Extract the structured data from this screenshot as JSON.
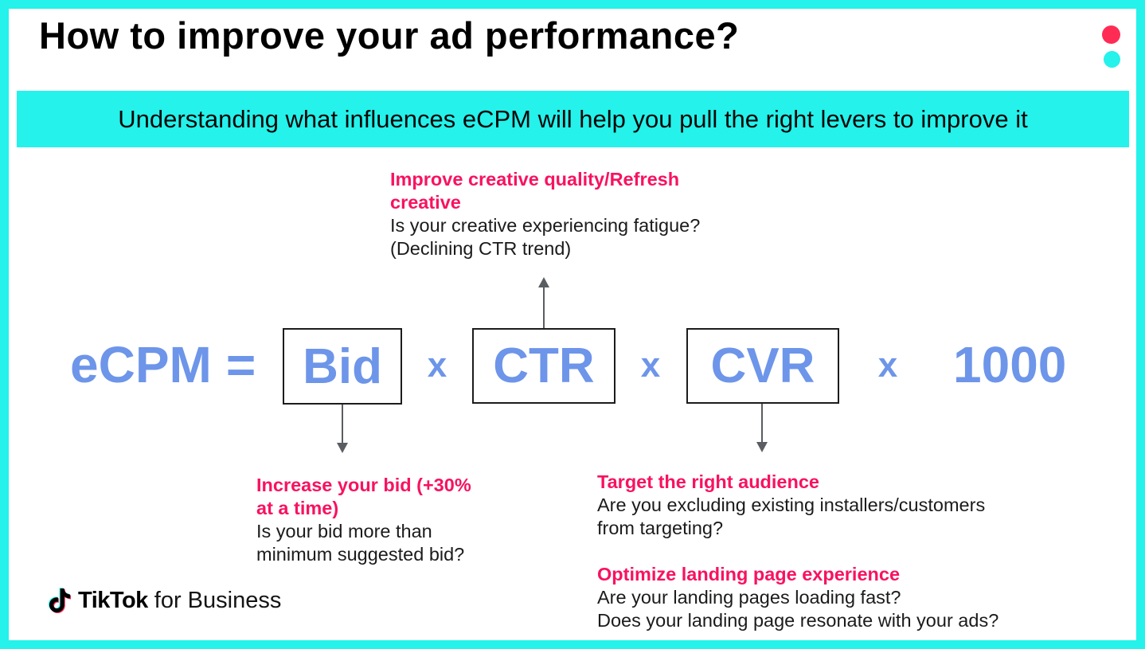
{
  "colors": {
    "cyan": "#24F2EB",
    "pink": "#F8125F",
    "red_dot": "#FE2C55",
    "blue": "#6D95E9",
    "arrow": "#5A5D61",
    "ink": "#0B0B0B"
  },
  "header": {
    "title": "How to improve your ad performance?"
  },
  "banner": {
    "text": "Understanding what influences eCPM will help you pull the right levers to improve it"
  },
  "formula": {
    "lhs": "eCPM",
    "equals": "=",
    "multiply": "x",
    "terms": [
      "Bid",
      "CTR",
      "CVR"
    ],
    "constant": "1000"
  },
  "annotations": {
    "creative": {
      "heading": [
        "Improve creative quality/Refresh",
        "creative"
      ],
      "body": [
        "Is your creative experiencing fatigue?",
        "(Declining CTR trend)"
      ]
    },
    "bid": {
      "heading": [
        "Increase your bid (+30%",
        "at a time)"
      ],
      "body": [
        "Is your bid more than",
        "minimum suggested bid?"
      ]
    },
    "cvr": {
      "sections": [
        {
          "heading": [
            "Target the right audience"
          ],
          "body": [
            "Are you excluding existing installers/customers",
            "from targeting?"
          ]
        },
        {
          "heading": [
            "Optimize landing page experience"
          ],
          "body": [
            "Are your landing pages loading fast?",
            "Does your landing page resonate with your ads?"
          ]
        }
      ]
    }
  },
  "footer": {
    "brand": "TikTok",
    "brand_suffix": "for Business"
  }
}
